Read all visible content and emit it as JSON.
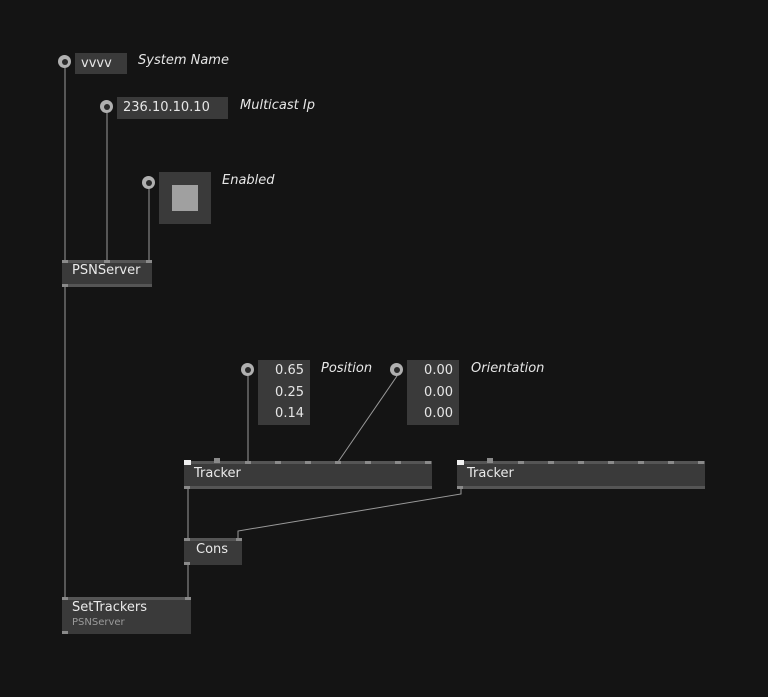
{
  "iopads": {
    "system_name": {
      "value": "vvvv",
      "label": "System Name"
    },
    "multicast_ip": {
      "value": "236.10.10.10",
      "label": "Multicast Ip"
    },
    "enabled": {
      "label": "Enabled"
    },
    "position": {
      "values": [
        "0.65",
        "0.25",
        "0.14"
      ],
      "label": "Position"
    },
    "orientation": {
      "values": [
        "0.00",
        "0.00",
        "0.00"
      ],
      "label": "Orientation"
    }
  },
  "nodes": {
    "psnserver": {
      "title": "PSNServer"
    },
    "tracker_1": {
      "title": "Tracker"
    },
    "tracker_2": {
      "title": "Tracker"
    },
    "cons": {
      "title": "Cons"
    },
    "settrackers": {
      "title": "SetTrackers",
      "category": "PSNServer"
    }
  },
  "colors": {
    "background": "#141414",
    "node": "#3a3a3a",
    "link": "#9a9a9a",
    "pin": "#8a8a8a"
  }
}
